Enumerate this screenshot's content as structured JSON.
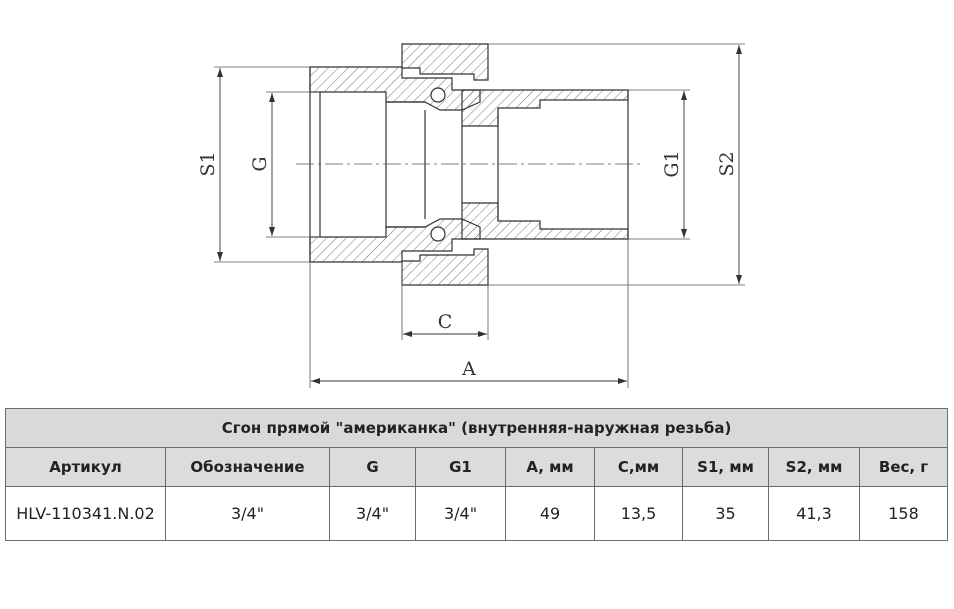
{
  "drawing": {
    "labels": {
      "s1": "S1",
      "g": "G",
      "g1": "G1",
      "s2": "S2",
      "c": "C",
      "a": "A"
    }
  },
  "table": {
    "title": "Сгон прямой \"американка\" (внутренняя-наружная резьба)",
    "headers": [
      "Артикул",
      "Обозначение",
      "G",
      "G1",
      "A, мм",
      "C,мм",
      "S1, мм",
      "S2, мм",
      "Вес, г"
    ],
    "row": [
      "HLV-110341.N.02",
      "3/4\"",
      "3/4\"",
      "3/4\"",
      "49",
      "13,5",
      "35",
      "41,3",
      "158"
    ]
  }
}
